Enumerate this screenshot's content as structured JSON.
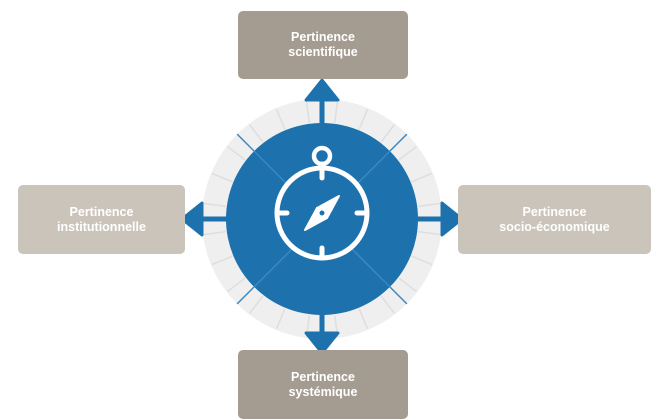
{
  "colors": {
    "outer_ring": "#efefef",
    "ring_ticks": "#dedede",
    "disc": "#1d72ae",
    "disc_lines": "#3b88c0",
    "arrow": "#1d72ae",
    "compass_icon": "#ffffff",
    "box_dark": "#a59c91",
    "box_light": "#cbc4bb",
    "box_text": "#ffffff"
  },
  "icons": {
    "center": "compass-icon",
    "arrows": "arrow-icon"
  },
  "boxes": {
    "top": {
      "line1": "Pertinence",
      "line2": "scientifique"
    },
    "left": {
      "line1": "Pertinence",
      "line2": "institutionnelle"
    },
    "right": {
      "line1": "Pertinence",
      "line2": "socio-économique"
    },
    "bottom": {
      "line1": "Pertinence",
      "line2": "systémique"
    }
  }
}
